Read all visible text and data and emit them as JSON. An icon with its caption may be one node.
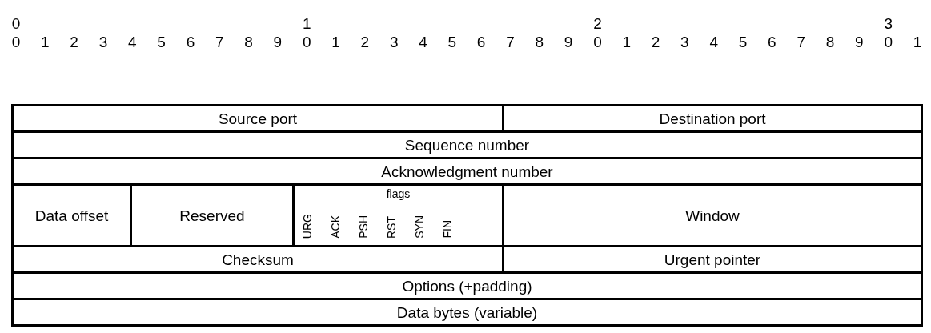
{
  "diagram": {
    "nodes": [
      {
        "text": [
          "Source port"
        ]
      },
      {
        "text": [
          "Destination port"
        ]
      },
      {
        "text": [
          "Sequence number"
        ]
      },
      {
        "text": [
          "Acknowledgment number"
        ]
      },
      {
        "text": [
          "Data offset"
        ]
      },
      {
        "text": [
          "Reserved"
        ]
      },
      {
        "text": [
          "flags",
          "URG",
          "ACK",
          "PSH",
          "RST",
          "SYN",
          "FIN"
        ]
      },
      {
        "text": [
          "Window"
        ]
      },
      {
        "text": [
          "Checksum"
        ]
      },
      {
        "text": [
          "Urgent pointer"
        ]
      },
      {
        "text": [
          "Options (+padding)"
        ]
      },
      {
        "text": [
          "Data bytes (variable)"
        ]
      }
    ],
    "edges": [],
    "labels": [
      "0",
      "1",
      "2",
      "3",
      "0",
      "1",
      "2",
      "3",
      "4",
      "5",
      "6",
      "7",
      "8",
      "9",
      "0",
      "1",
      "2",
      "3",
      "4",
      "5",
      "6",
      "7",
      "8",
      "9",
      "0",
      "1",
      "2",
      "3",
      "4",
      "5",
      "6",
      "7",
      "8",
      "9",
      "0",
      "1"
    ]
  }
}
